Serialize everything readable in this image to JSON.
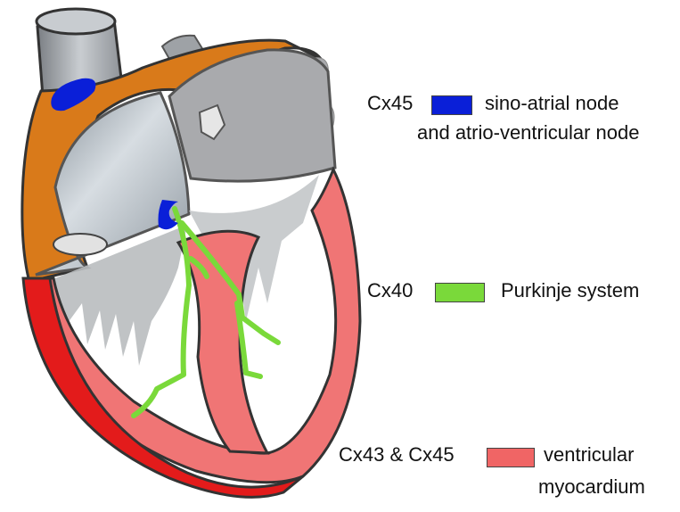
{
  "legend": [
    {
      "connexin": "Cx45",
      "line1": "sino-atrial node",
      "line2": "and atrio-ventricular node",
      "color": "#0a1fd8"
    },
    {
      "connexin": "Cx40",
      "line1": "Purkinje system",
      "color": "#7ad93a"
    },
    {
      "connexin": "Cx43 & Cx45",
      "line1": "ventricular",
      "line2": "myocardium",
      "color": "#f06565"
    }
  ],
  "colors": {
    "atrium_orange": "#d97a1a",
    "grey_vessel": "#a9aaad",
    "light_grey_chamber": "#b9c2c8",
    "outline": "#444444",
    "myocardium_red": "#e31b1b",
    "myocardium_pink": "#f07575"
  }
}
